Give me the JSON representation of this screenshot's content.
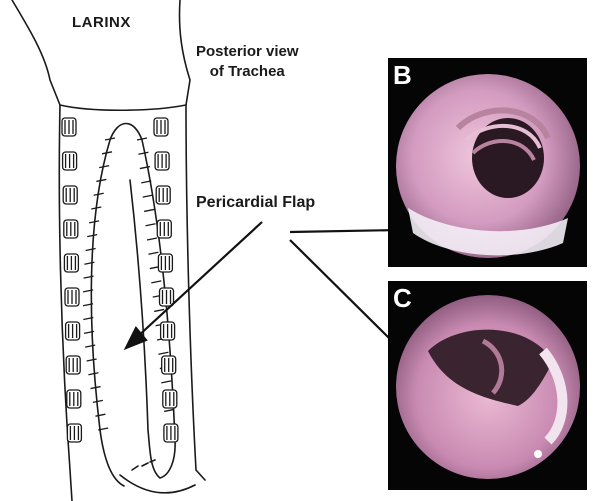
{
  "labels": {
    "larynx": "LARINX",
    "posterior_line1": "Posterior view",
    "posterior_line2": "of Trachea",
    "pericardial_flap": "Pericardial Flap",
    "panel_b": "B",
    "panel_c": "C"
  },
  "colors": {
    "line": "#1a1a1a",
    "scope_light": "#e8b8d4",
    "scope_pink": "#c98ab2",
    "scope_dark": "#2a1a24",
    "scope_white": "#f4eef6"
  }
}
